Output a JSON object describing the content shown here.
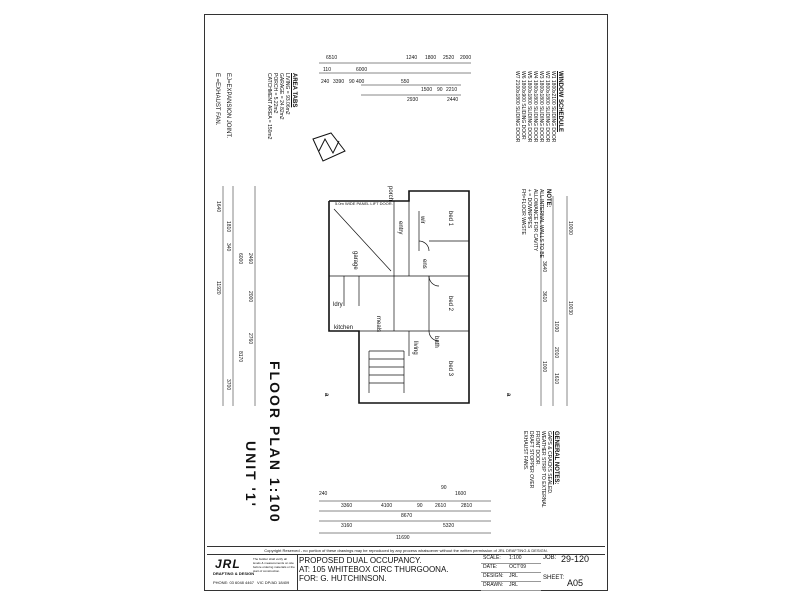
{
  "titles": {
    "floor_plan": "FLOOR PLAN 1:100",
    "unit": "UNIT '1'"
  },
  "area_tabs": {
    "heading": "AREA TABS",
    "lines": [
      "LIVING = 93.06m2",
      "GARAGE = 24.82m2",
      "PORCH = 5.22m2",
      "CATCHMENT AREA = 150m2"
    ]
  },
  "legend": {
    "expansion_joint": "EJ=EXPANSION JOINT.",
    "exhaust_fan": "E =EXHAUST FAN."
  },
  "window_schedule": {
    "heading": "WINDOW SCHEDULE",
    "rows": [
      "W1 1800x2100 SLIDING DOOR",
      "W2 1800x1800 SLIDING DOOR",
      "W3 1800x1800 SLIDING DOOR",
      "W4 1800x1800 SLIDING DOOR",
      "W5 1800x1800 SLIDING DOOR",
      "W6 1800x900 SLIDING DOOR",
      "W7 2100x1800 SLIDING DOOR"
    ]
  },
  "notes": {
    "heading": "NOTE:",
    "lines": [
      "ALL INTERNAL WALLS TO BE",
      "ALLOWANCE FOR CAVITY",
      "+ = DOWNPIPES",
      "FH=FLOOR WASTE"
    ]
  },
  "general_notes": {
    "heading": "GENERAL NOTES:",
    "lines": [
      "GAPS & CRACKS SEALED.",
      "WEATHER STRIP TO EXTERNAL",
      "FRONT DOOR.",
      "DRAFT STOPPER OVER",
      "EXHAUST FANS."
    ]
  },
  "rooms": {
    "bed1": "bed 1",
    "bed2": "bed 2",
    "bed3": "bed 3",
    "garage": "garage",
    "kitchen": "kitchen",
    "meals": "meals",
    "living": "living",
    "entry": "entry",
    "porch": "porch",
    "bath": "bath",
    "ldry": "ldry",
    "ens": "ens",
    "wir": "wir"
  },
  "plan_labels": {
    "garage_door": "5.0m WIDE PANEL LIFT DOOR.",
    "section_a1": "a",
    "section_a2": "a",
    "north": "N"
  },
  "dims_top": [
    "6510",
    "1240",
    "1800",
    "2520",
    "2000",
    "6000",
    "110",
    "240",
    "3390",
    "90",
    "400",
    "550",
    "1500",
    "90",
    "2210",
    "2930",
    "2440"
  ],
  "dims_bottom": [
    "240",
    "3360",
    "4100",
    "90",
    "2610",
    "2810",
    "90",
    "1600",
    "3160",
    "5320",
    "8670",
    "11690"
  ],
  "dims_left": [
    "1640",
    "1810",
    "340",
    "6000",
    "2460",
    "2000",
    "11920",
    "2760",
    "8170",
    "3700"
  ],
  "dims_right": [
    "3640",
    "3610",
    "1000",
    "10030",
    "1030",
    "2010",
    "1610",
    "10000"
  ],
  "title_block": {
    "copyright": "Copyright Reserved - no portion of these drawings may be reproduced by any process whatsoever without the written permission of JRL DRAFTING & DESIGN.",
    "logo": "JRL",
    "logo_sub": "DRAFTING & DESIGN",
    "phone": "PHONE: 03 6048 4467",
    "disclaimer": "The builder shall verify all levels & measurements on site before ordering materials or the start of construction.",
    "vic": "VIC DP/AD 18409",
    "project_lines": [
      "PROPOSED DUAL OCCUPANCY.",
      "AT: 105 WHITEBOX CIRC THURGOONA.",
      "FOR: G. HUTCHINSON."
    ],
    "meta": [
      {
        "key": "SCALE:",
        "value": "1:100"
      },
      {
        "key": "DATE:",
        "value": "OCT'09"
      },
      {
        "key": "DESIGN:",
        "value": "JRL"
      },
      {
        "key": "DRAWN:",
        "value": "JRL"
      }
    ],
    "job_label": "JOB:",
    "job": "29-120",
    "sheet_label": "SHEET:",
    "sheet": "A05"
  }
}
